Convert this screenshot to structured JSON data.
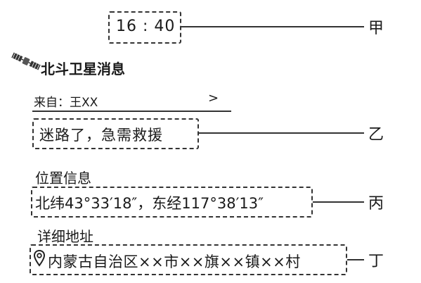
{
  "message": {
    "time": "16 : 40",
    "app_title": "北斗卫星消息",
    "from": "来自：王XX",
    "from_chevron": ">",
    "content": "迷路了，急需救援",
    "location_label": "位置信息",
    "coordinates": "北纬43°33′18″，东经117°38′13″",
    "address_label": "详细地址",
    "address": "内蒙古自治区××市××旗××镇××村"
  },
  "callouts": {
    "time": "甲",
    "content": "乙",
    "coordinates": "丙",
    "address": "丁"
  },
  "icons": {
    "satellite": "satellite-icon",
    "pin": "location-pin-icon"
  }
}
